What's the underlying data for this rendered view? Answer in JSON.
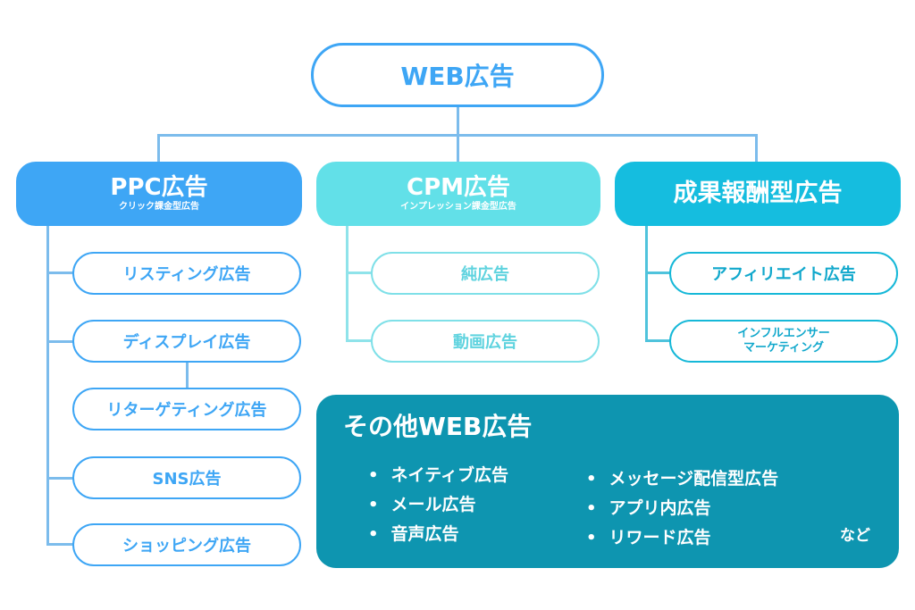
{
  "root": {
    "label": "WEB広告"
  },
  "categories": [
    {
      "title": "PPC広告",
      "subtitle": "クリック課金型広告",
      "color": "#3ea6f5",
      "items": [
        "リスティング広告",
        "ディスプレイ広告",
        "リターゲティング広告",
        "SNS広告",
        "ショッピング広告"
      ]
    },
    {
      "title": "CPM広告",
      "subtitle": "インプレッション課金型広告",
      "color": "#62e0e8",
      "items": [
        "純広告",
        "動画広告"
      ]
    },
    {
      "title": "成果報酬型広告",
      "subtitle": "",
      "color": "#15bddf",
      "items": [
        "アフィリエイト広告",
        "インフルエンサー\nマーケティング"
      ]
    }
  ],
  "other": {
    "title": "その他WEB広告",
    "color": "#0e95b0",
    "left_items": [
      "ネイティブ広告",
      "メール広告",
      "音声広告"
    ],
    "right_items": [
      "メッセージ配信型広告",
      "アプリ内広告",
      "リワード広告"
    ],
    "etc": "など"
  }
}
